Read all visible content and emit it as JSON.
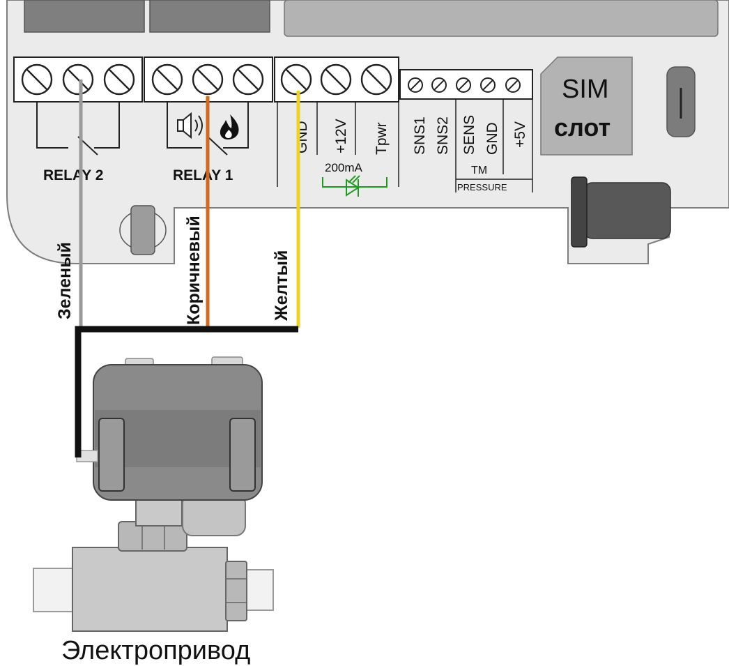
{
  "board": {
    "relay2_label": "RELAY 2",
    "relay1_label": "RELAY 1",
    "relay1_icons": [
      "speaker-icon",
      "flame-icon"
    ],
    "pins": {
      "gnd": "GND",
      "v12": "+12V",
      "tpwr": "Tpwr",
      "sns1": "SNS1",
      "sns2": "SNS2",
      "sens": "SENS",
      "gnd2": "GND",
      "v5": "+5V"
    },
    "current_label": "200mA",
    "tm_label": "TM",
    "pressure_label": "PRESSURE",
    "sim": {
      "line1": "SIM",
      "line2": "слот"
    }
  },
  "wires": {
    "green": {
      "label": "Зеленый",
      "color": "#9a9a9a"
    },
    "brown": {
      "label": "Коричневый",
      "color": "#d2691e"
    },
    "yellow": {
      "label": "Желтый",
      "color": "#f0d020"
    }
  },
  "actuator": {
    "label": "Электропривод"
  }
}
